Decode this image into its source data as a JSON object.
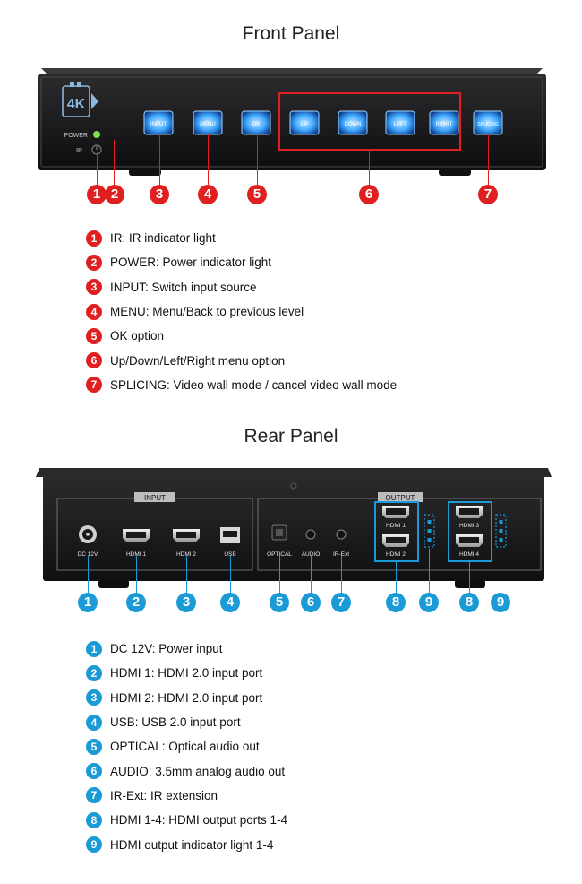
{
  "front": {
    "title": "Front Panel",
    "logo_text": "4K",
    "power_label": "POWER",
    "ir_label": "IR",
    "buttons": [
      "INPUT",
      "MENU",
      "OK",
      "UP",
      "DOWN",
      "LEFT",
      "RIGHT",
      "SPLICING"
    ],
    "badges": [
      "1",
      "2",
      "3",
      "4",
      "5",
      "6",
      "7"
    ],
    "legend": [
      {
        "num": "1",
        "text": "IR: IR indicator light"
      },
      {
        "num": "2",
        "text": "POWER: Power indicator light"
      },
      {
        "num": "3",
        "text": "INPUT: Switch input source"
      },
      {
        "num": "4",
        "text": "MENU: Menu/Back to previous level"
      },
      {
        "num": "5",
        "text": "OK option"
      },
      {
        "num": "6",
        "text": "Up/Down/Left/Right menu option"
      },
      {
        "num": "7",
        "text": "SPLICING: Video wall mode / cancel video wall mode"
      }
    ]
  },
  "rear": {
    "title": "Rear Panel",
    "input_label": "INPUT",
    "output_label": "OUTPUT",
    "port_labels": {
      "dc": "DC 12V",
      "hdmi1": "HDMI 1",
      "hdmi2": "HDMI 2",
      "usb": "USB",
      "optical": "OPTICAL",
      "audio": "AUDIO",
      "irext": "IR-Ext",
      "out1": "HDMI 1",
      "out2": "HDMI 2",
      "out3": "HDMI 3",
      "out4": "HDMI 4"
    },
    "badges": [
      "1",
      "2",
      "3",
      "4",
      "5",
      "6",
      "7",
      "8",
      "9",
      "8",
      "9"
    ],
    "legend": [
      {
        "num": "1",
        "text": "DC 12V: Power input"
      },
      {
        "num": "2",
        "text": "HDMI 1: HDMI 2.0 input port"
      },
      {
        "num": "3",
        "text": "HDMI 2: HDMI 2.0 input port"
      },
      {
        "num": "4",
        "text": "USB: USB 2.0 input port"
      },
      {
        "num": "5",
        "text": "OPTICAL: Optical audio out"
      },
      {
        "num": "6",
        "text": "AUDIO: 3.5mm analog audio out"
      },
      {
        "num": "7",
        "text": "IR-Ext: IR extension"
      },
      {
        "num": "8",
        "text": "HDMI 1-4:  HDMI output ports 1-4"
      },
      {
        "num": "9",
        "text": "HDMI output indicator light 1-4"
      }
    ]
  },
  "colors": {
    "red": "#e02020",
    "blue": "#1a9ad6",
    "button_glow": "#3fa8ff",
    "led": "#7ee04a"
  }
}
